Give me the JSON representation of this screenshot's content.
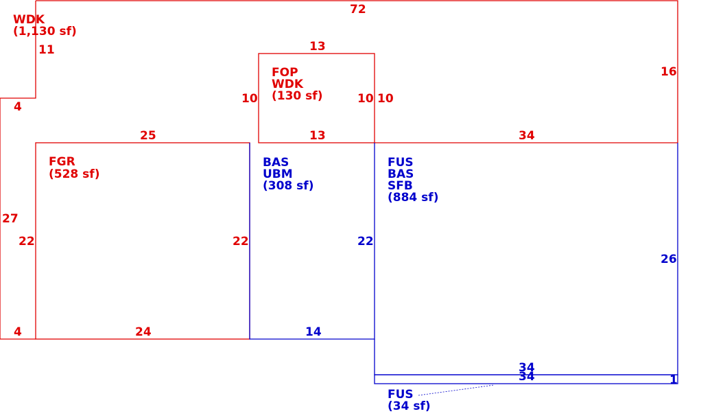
{
  "colors": {
    "red": "#e00000",
    "blue": "#0000cc",
    "background": "#ffffff"
  },
  "areas": {
    "wdk": {
      "name": "WDK",
      "size": "(1,130 sf)"
    },
    "fop": {
      "line1": "FOP",
      "line2": "WDK",
      "size": "(130 sf)"
    },
    "fgr": {
      "name": "FGR",
      "size": "(528 sf)"
    },
    "bas_ubm": {
      "line1": "BAS",
      "line2": "UBM",
      "size": "(308 sf)"
    },
    "fus_bas_sfb": {
      "line1": "FUS",
      "line2": "BAS",
      "line3": "SFB",
      "size": "(884 sf)"
    },
    "fus_small": {
      "name": "FUS",
      "size": "(34 sf)"
    }
  },
  "dimensions": {
    "wdk_top": "72",
    "wdk_left_upper": "11",
    "wdk_step": "4",
    "wdk_right": "16",
    "fop_top": "13",
    "fop_left": "10",
    "fop_right_inner": "10",
    "fop_right_outer": "10",
    "fop_bottom": "13",
    "fgr_top": "25",
    "left_outer": "27",
    "fgr_left": "22",
    "fgr_right": "22",
    "left_bottom": "4",
    "fgr_bottom": "24",
    "ubm_right": "22",
    "ubm_bottom": "14",
    "sfb_top": "34",
    "sfb_right": "26",
    "sfb_bottom": "34",
    "fus_small_bottom": "34",
    "fus_small_right": "1"
  }
}
